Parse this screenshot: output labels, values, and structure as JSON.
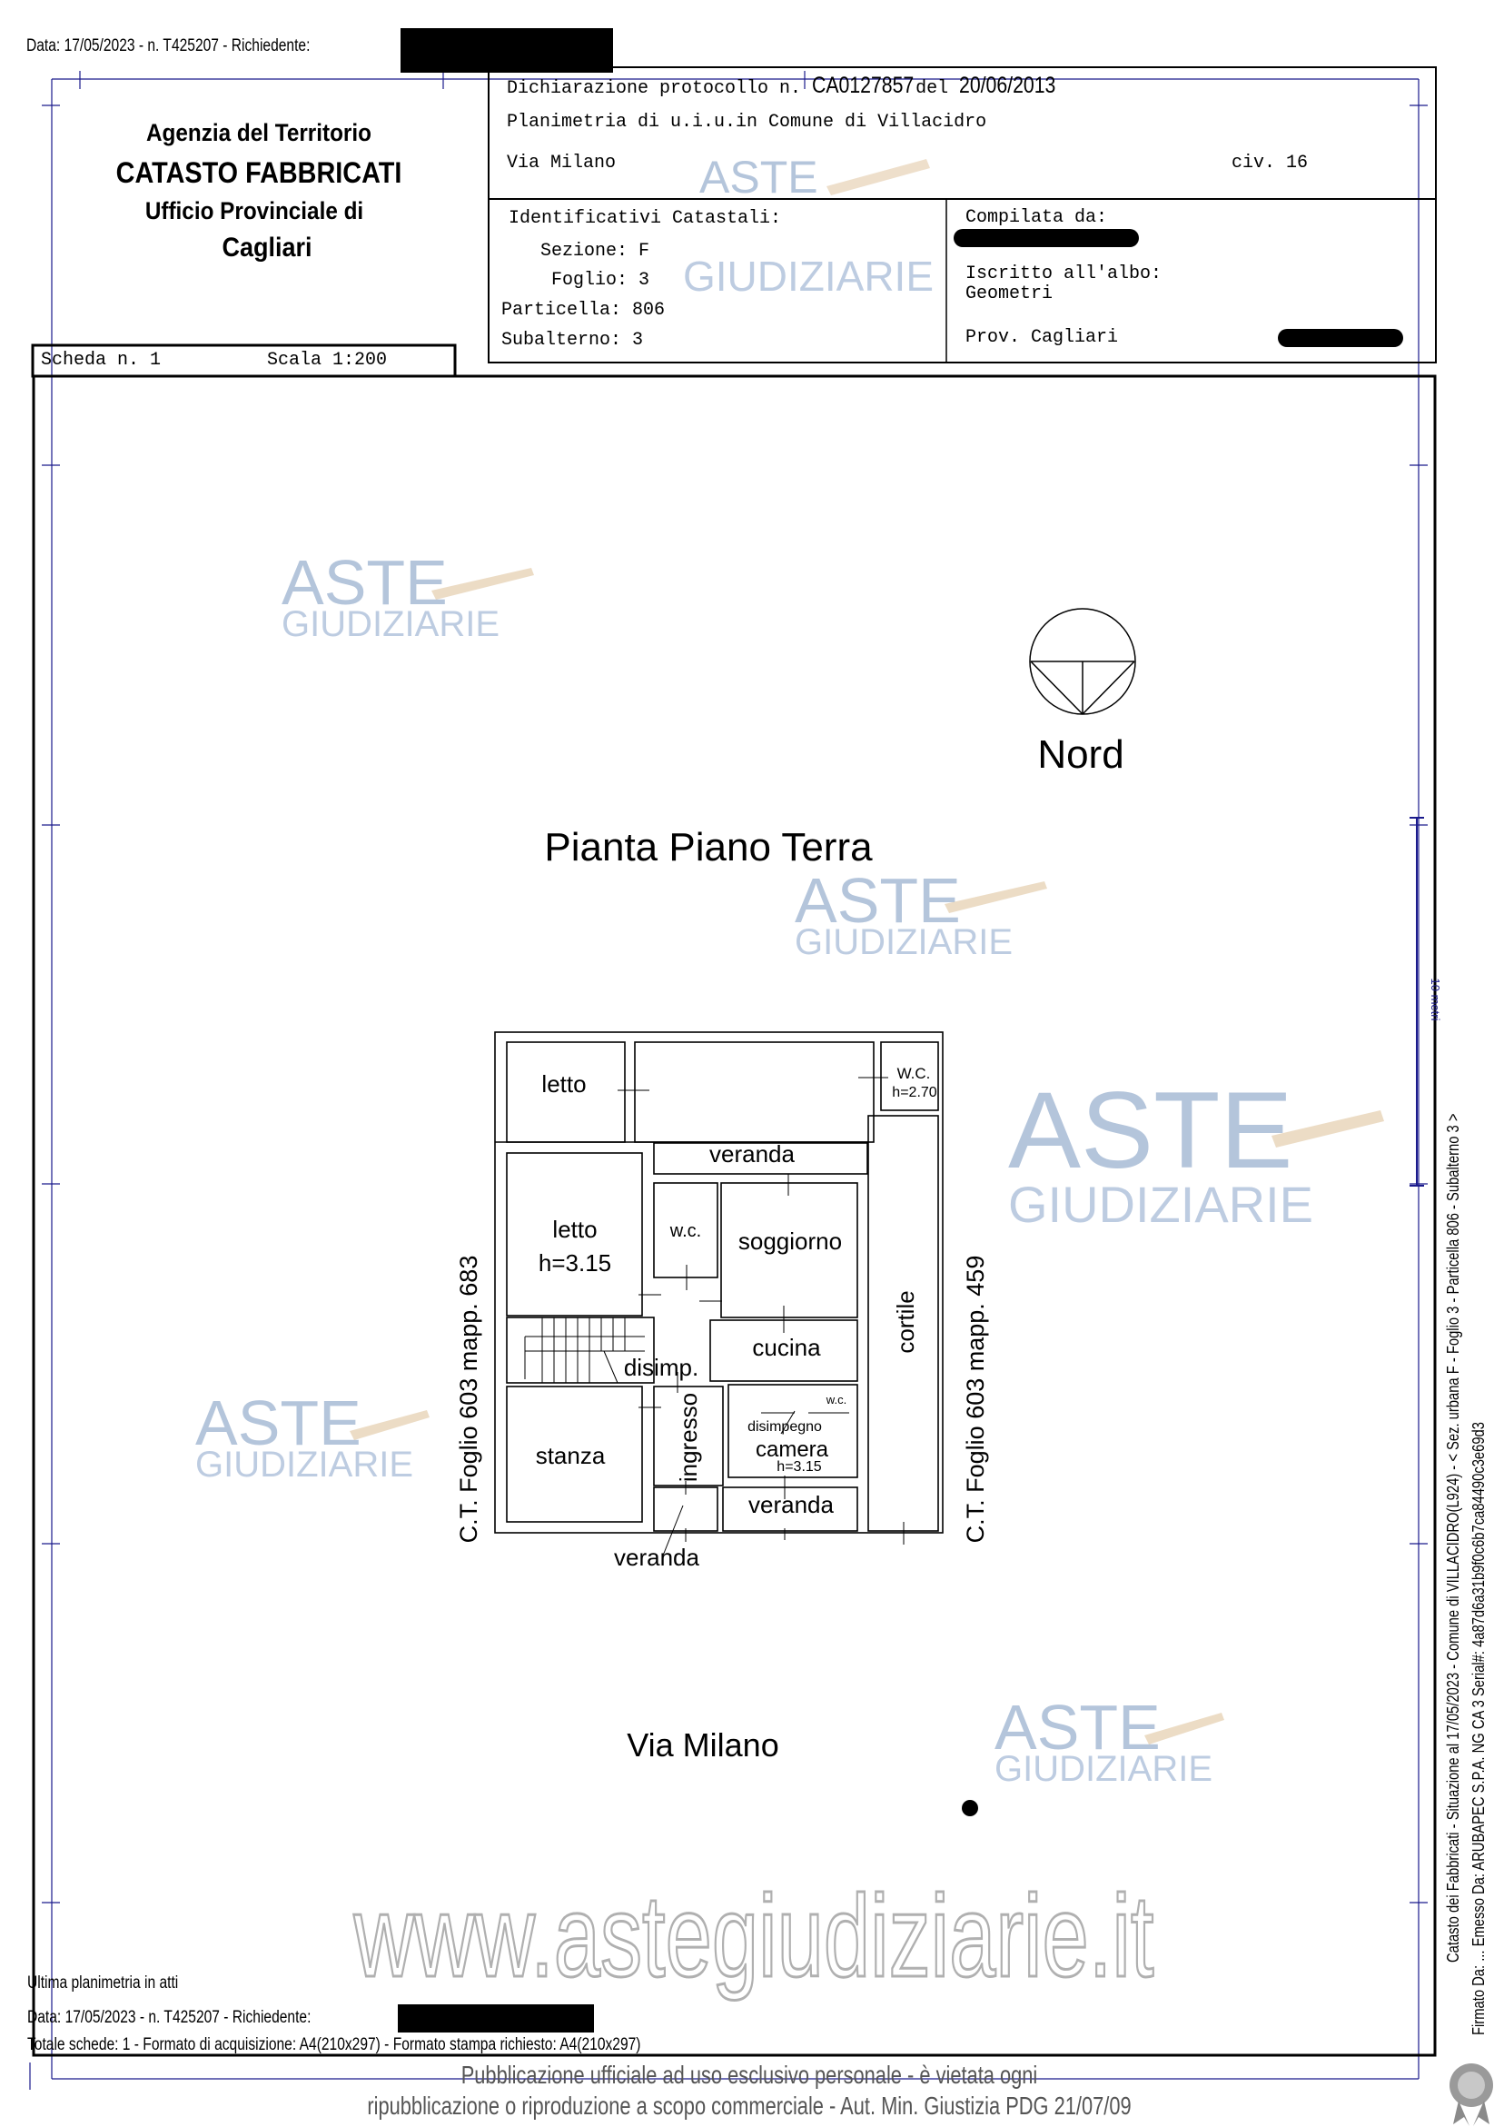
{
  "top_meta": {
    "text": "Data: 17/05/2023 - n. T425207 - Richiedente:"
  },
  "header_left": {
    "agency": "Agenzia del Territorio",
    "title": "CATASTO FABBRICATI",
    "office": "Ufficio Provinciale di",
    "city": "Cagliari"
  },
  "header_right": {
    "protocol_label": "Dichiarazione protocollo n.",
    "protocol_number": "CA0127857",
    "protocol_del": "del",
    "protocol_date": "20/06/2013",
    "planimetria": "Planimetria di u.i.u.in Comune di Villacidro",
    "address": "Via Milano",
    "civic": "civ. 16",
    "ident_title": "Identificativi Catastali:",
    "sezione": "Sezione: F",
    "foglio": "Foglio: 3",
    "particella": "Particella: 806",
    "subalterno": "Subalterno: 3",
    "compilata": "Compilata da:",
    "iscritto": "Iscritto all'albo:",
    "albo": "Geometri",
    "prov": "Prov. Cagliari"
  },
  "scheda": {
    "scheda": "Scheda n. 1",
    "scala": "Scala 1:200"
  },
  "plan": {
    "title": "Pianta Piano Terra",
    "north": "Nord",
    "street": "Via Milano",
    "left_neighbor": "C.T. Foglio 603 mapp. 683",
    "right_neighbor": "C.T. Foglio 603 mapp. 459",
    "scale_bar": "10 metri",
    "rooms": {
      "letto_top": "letto",
      "wc_top": "W.C.",
      "wc_top_h": "h=2.70",
      "veranda_top": "veranda",
      "letto": "letto",
      "letto_h": "h=3.15",
      "wc": "w.c.",
      "soggiorno": "soggiorno",
      "cortile": "cortile",
      "cucina": "cucina",
      "disimp": "disimp.",
      "stanza": "stanza",
      "ingresso": "ingresso",
      "wc_small": "w.c.",
      "disimpegno": "disimpegno",
      "camera": "camera",
      "camera_h": "h=3.15",
      "veranda_right": "veranda",
      "veranda_bottom": "veranda"
    }
  },
  "watermark": {
    "aste": "ASTE",
    "giudiziarie": "GIUDIZIARIE",
    "url": "www.astegiudiziarie.it"
  },
  "footer": {
    "last": "Ultima planimetria in atti",
    "data": "Data: 17/05/2023 - n. T425207 - Richiedente:",
    "totale": "Totale schede: 1 - Formato di acquisizione: A4(210x297) - Formato stampa richiesto: A4(210x297)",
    "notice1": "Pubblicazione ufficiale ad uso esclusivo personale - è vietata ogni",
    "notice2": "ripubblicazione o riproduzione a scopo commerciale - Aut. Min. Giustizia PDG 21/07/09"
  },
  "side": {
    "line1": "Catasto dei Fabbricati - Situazione al 17/05/2023 - Comune di VILLACIDRO(L924) - < Sez. urbana F - Foglio 3 - Particella 806 - Subalterno 3 >",
    "line2": "Firmato Da: ... Emesso Da: ARUBAPEC S.P.A. NG CA 3 Serial#: 4a87d6a31b9f0c6b7ca84490c3e69d3"
  }
}
